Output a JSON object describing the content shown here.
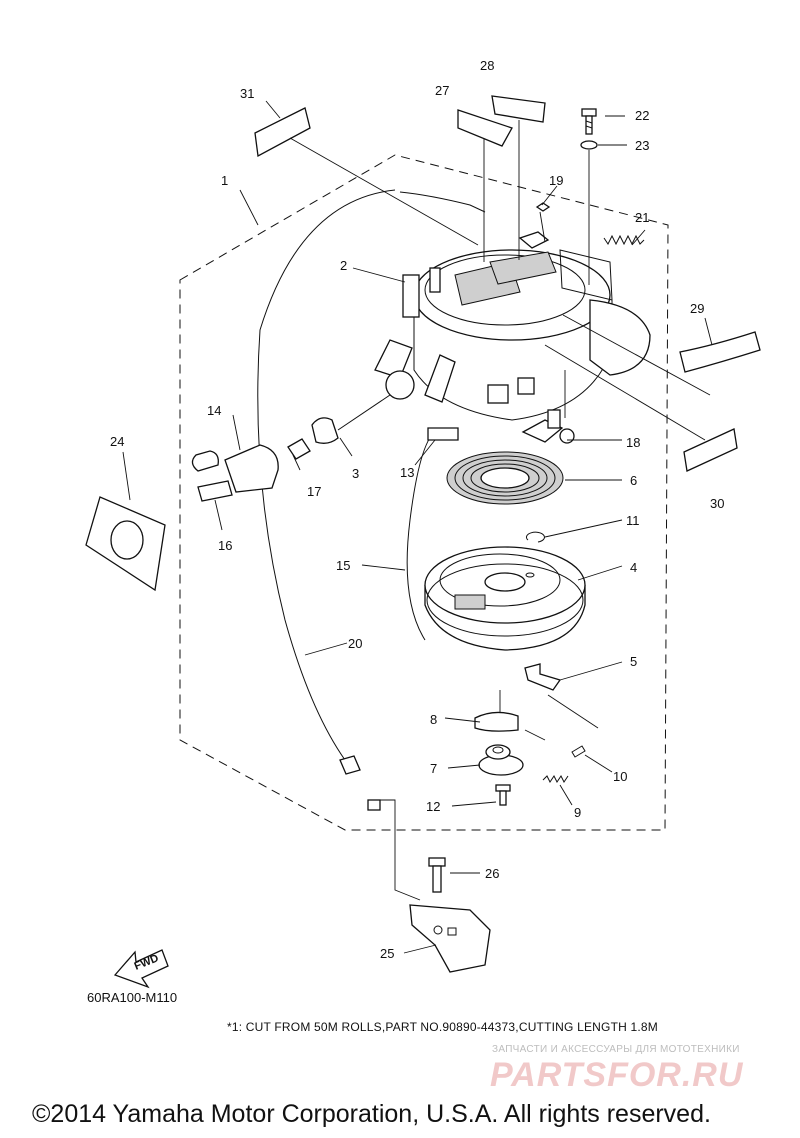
{
  "diagram": {
    "code": "60RA100-M110",
    "footnote": "*1: CUT FROM 50M ROLLS,PART NO.90890-44373,CUTTING LENGTH 1.8M",
    "fwd_label": "FWD",
    "callouts": [
      "1",
      "2",
      "3",
      "4",
      "5",
      "6",
      "7",
      "8",
      "9",
      "10",
      "11",
      "12",
      "13",
      "14",
      "15",
      "16",
      "17",
      "18",
      "19",
      "20",
      "21",
      "22",
      "23",
      "24",
      "25",
      "26",
      "27",
      "28",
      "29",
      "30",
      "31"
    ]
  },
  "watermark": {
    "subtitle": "ЗАПЧАСТИ И АКСЕССУАРЫ ДЛЯ МОТОТЕХНИКИ",
    "logo": "PARTSFOR.RU"
  },
  "copyright": "©2014 Yamaha Motor Corporation, U.S.A. All rights reserved."
}
